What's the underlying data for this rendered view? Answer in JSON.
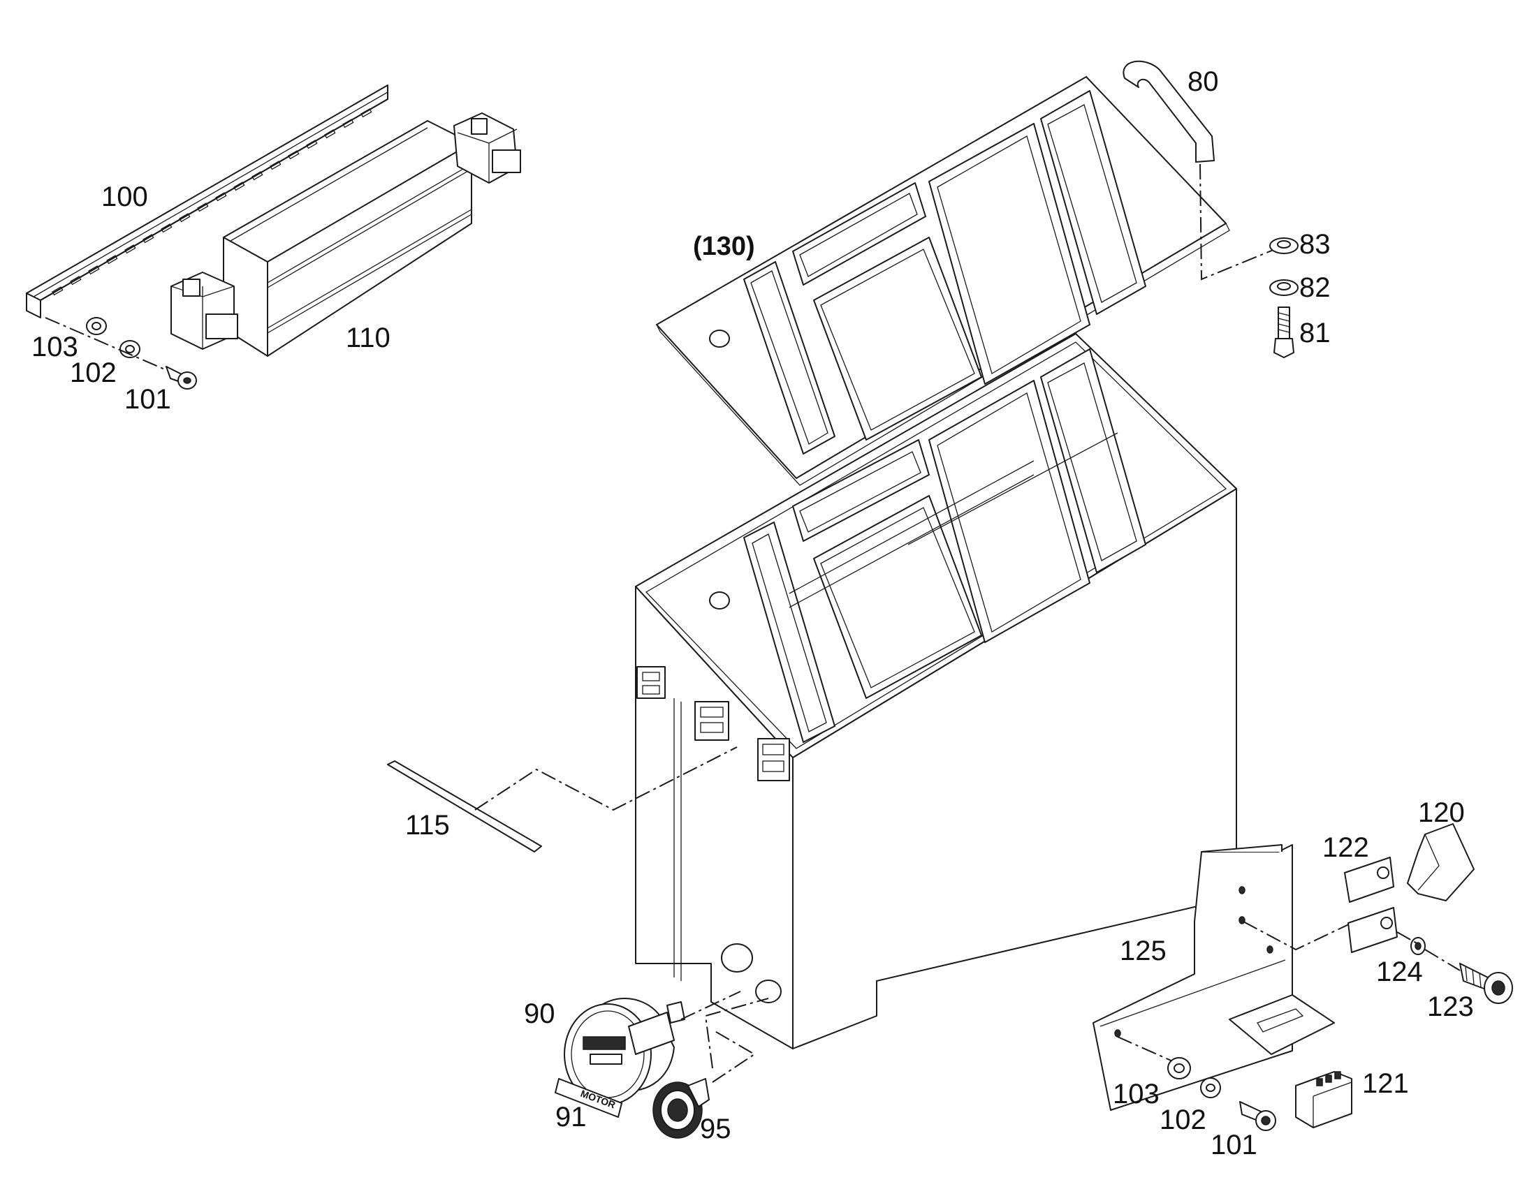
{
  "labels": {
    "p80": "80",
    "p81": "81",
    "p82": "82",
    "p83": "83",
    "p90": "90",
    "p91": "91",
    "p95": "95",
    "p100": "100",
    "p101a": "101",
    "p102a": "102",
    "p103a": "103",
    "p110": "110",
    "p115": "115",
    "p120": "120",
    "p121": "121",
    "p122": "122",
    "p123": "123",
    "p124": "124",
    "p125": "125",
    "p130": "(130)",
    "p101b": "101",
    "p102b": "102",
    "p103b": "103"
  },
  "plates": {
    "motor": "MOTOR"
  },
  "colors": {
    "line": "#1a1a1a",
    "background": "#ffffff"
  }
}
